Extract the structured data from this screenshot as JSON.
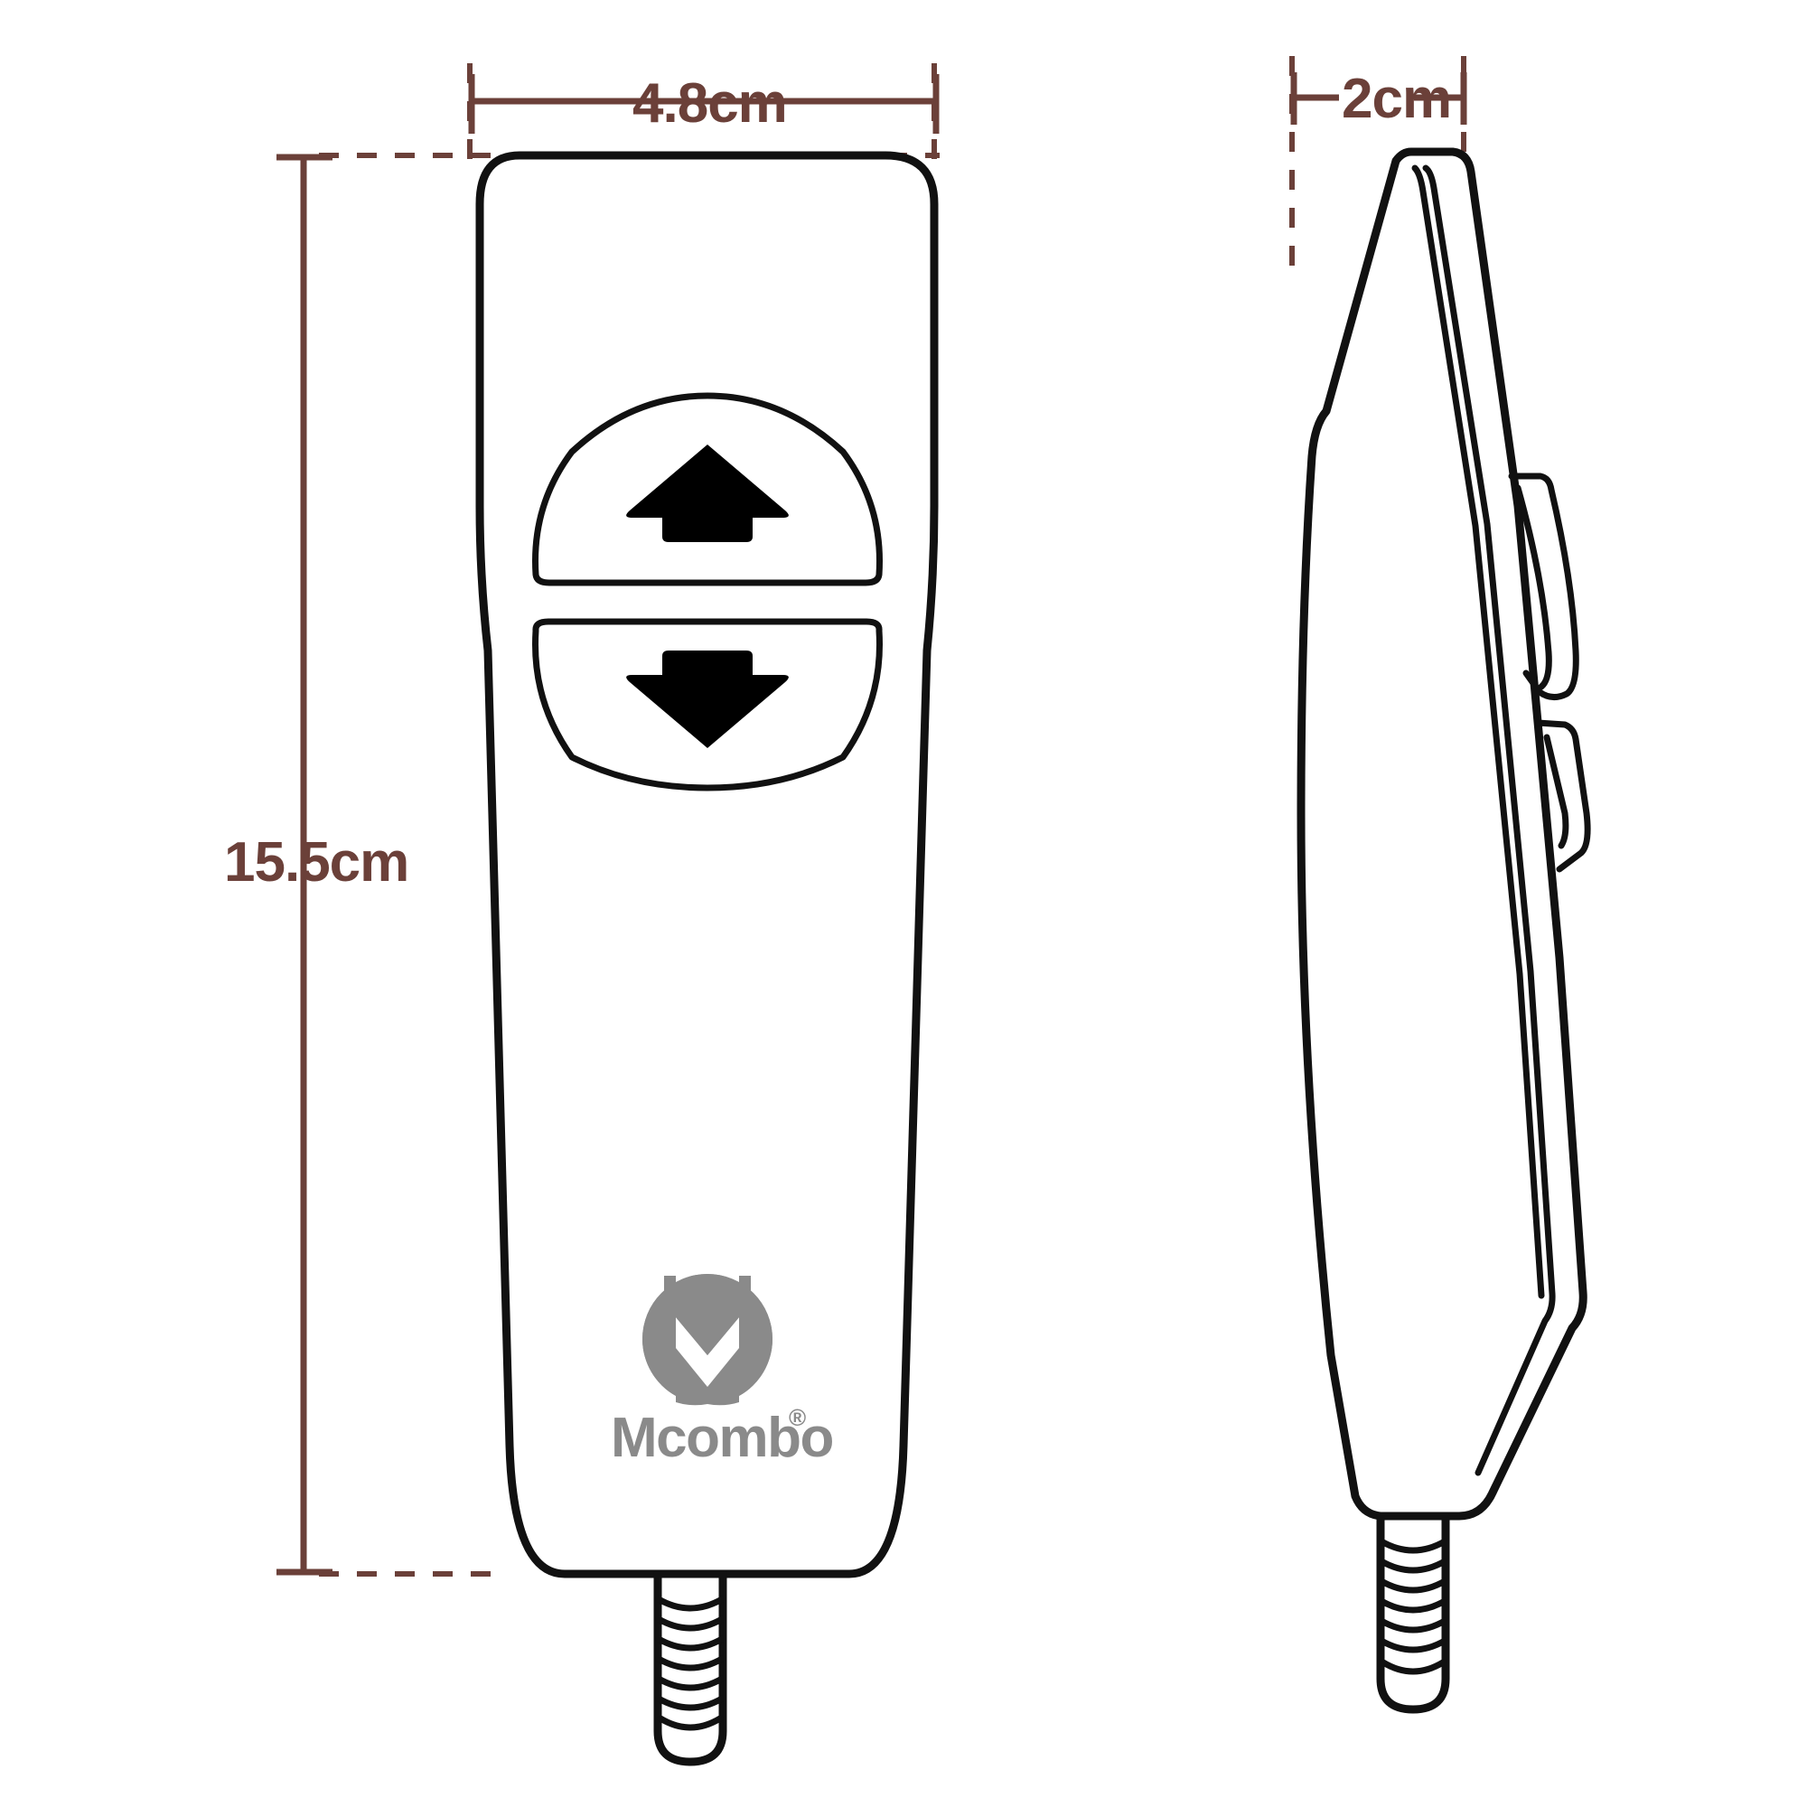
{
  "page": {
    "type": "product-dimension-diagram",
    "product": "hand control remote",
    "background_color": "#ffffff",
    "line_color": "#111111",
    "dimension_color": "#6b4039",
    "logo_color": "#8a8a8a"
  },
  "dimensions": {
    "width": {
      "label": "4.8cm",
      "axis": "horizontal",
      "view": "front"
    },
    "height": {
      "label": "15.5cm",
      "axis": "vertical",
      "view": "front"
    },
    "depth": {
      "label": "2cm",
      "axis": "horizontal",
      "view": "side"
    }
  },
  "views": {
    "front": {
      "name": "front-view",
      "buttons": [
        {
          "name": "up-button",
          "icon": "arrow-up-icon",
          "shape": "dome-up"
        },
        {
          "name": "down-button",
          "icon": "arrow-down-icon",
          "shape": "dome-down"
        }
      ],
      "cable": {
        "name": "strain-relief",
        "ribs": 8
      }
    },
    "side": {
      "name": "side-view",
      "buttons": [
        {
          "name": "up-button-profile"
        },
        {
          "name": "down-button-profile"
        }
      ],
      "cable": {
        "name": "strain-relief",
        "ribs": 8
      }
    }
  },
  "brand": {
    "mark": "mcombo-logo-mark",
    "name": "Mcombo",
    "trademark": "®"
  }
}
